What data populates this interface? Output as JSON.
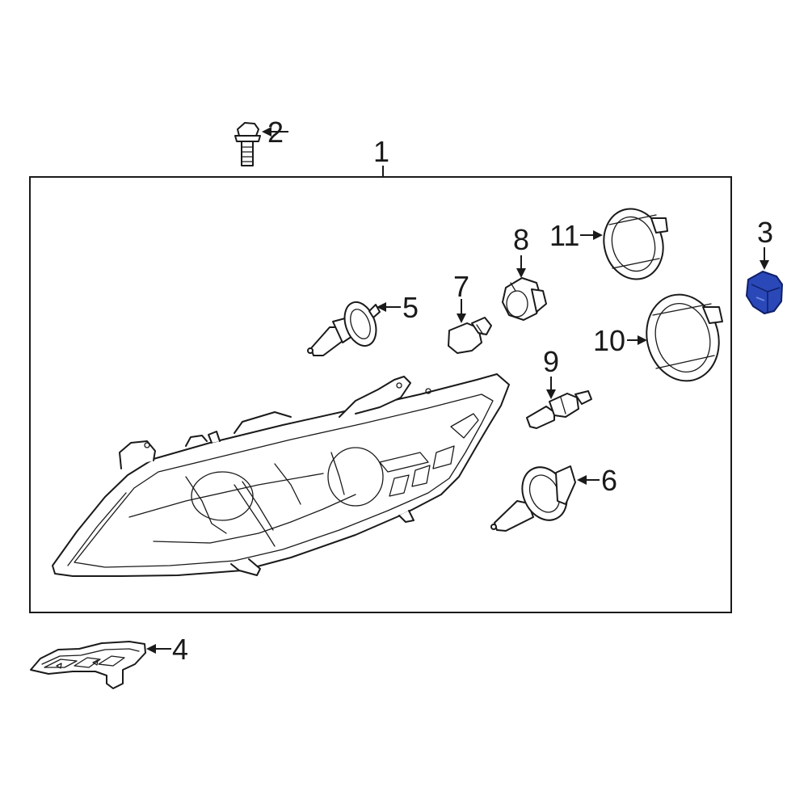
{
  "diagram": {
    "callouts": [
      {
        "id": "1",
        "label": "1"
      },
      {
        "id": "2",
        "label": "2"
      },
      {
        "id": "3",
        "label": "3"
      },
      {
        "id": "4",
        "label": "4"
      },
      {
        "id": "5",
        "label": "5"
      },
      {
        "id": "6",
        "label": "6"
      },
      {
        "id": "7",
        "label": "7"
      },
      {
        "id": "8",
        "label": "8"
      },
      {
        "id": "9",
        "label": "9"
      },
      {
        "id": "10",
        "label": "10"
      },
      {
        "id": "11",
        "label": "11"
      }
    ],
    "highlight_color": "#2a48b8",
    "line_color": "#1a1a1a",
    "background": "#ffffff"
  }
}
